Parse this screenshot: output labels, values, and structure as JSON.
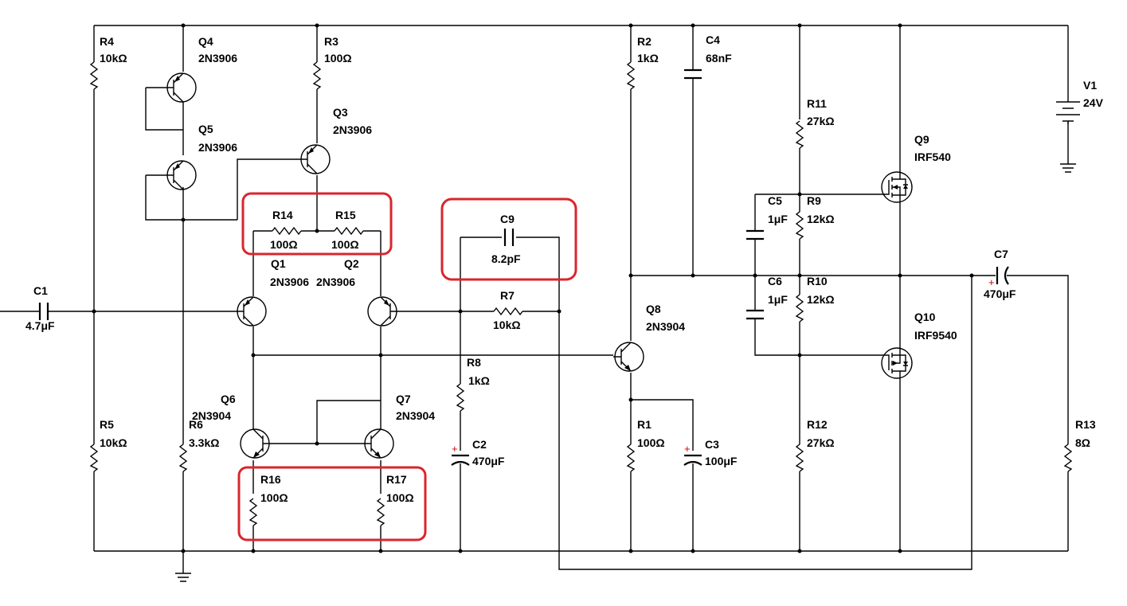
{
  "components": {
    "R1": {
      "ref": "R1",
      "value": "100Ω"
    },
    "R2": {
      "ref": "R2",
      "value": "1kΩ"
    },
    "R3": {
      "ref": "R3",
      "value": "100Ω"
    },
    "R4": {
      "ref": "R4",
      "value": "10kΩ"
    },
    "R5": {
      "ref": "R5",
      "value": "10kΩ"
    },
    "R6": {
      "ref": "R6",
      "value": "3.3kΩ"
    },
    "R7": {
      "ref": "R7",
      "value": "10kΩ"
    },
    "R8": {
      "ref": "R8",
      "value": "1kΩ"
    },
    "R9": {
      "ref": "R9",
      "value": "12kΩ"
    },
    "R10": {
      "ref": "R10",
      "value": "12kΩ"
    },
    "R11": {
      "ref": "R11",
      "value": "27kΩ"
    },
    "R12": {
      "ref": "R12",
      "value": "27kΩ"
    },
    "R13": {
      "ref": "R13",
      "value": "8Ω"
    },
    "R14": {
      "ref": "R14",
      "value": "100Ω"
    },
    "R15": {
      "ref": "R15",
      "value": "100Ω"
    },
    "R16": {
      "ref": "R16",
      "value": "100Ω"
    },
    "R17": {
      "ref": "R17",
      "value": "100Ω"
    },
    "C1": {
      "ref": "C1",
      "value": "4.7μF"
    },
    "C2": {
      "ref": "C2",
      "value": "470μF"
    },
    "C3": {
      "ref": "C3",
      "value": "100μF"
    },
    "C4": {
      "ref": "C4",
      "value": "68nF"
    },
    "C5": {
      "ref": "C5",
      "value": "1μF"
    },
    "C6": {
      "ref": "C6",
      "value": "1μF"
    },
    "C7": {
      "ref": "C7",
      "value": "470μF"
    },
    "C9": {
      "ref": "C9",
      "value": "8.2pF"
    },
    "Q1": {
      "ref": "Q1",
      "value": "2N3906"
    },
    "Q2": {
      "ref": "Q2",
      "value": "2N3906"
    },
    "Q3": {
      "ref": "Q3",
      "value": "2N3906"
    },
    "Q4": {
      "ref": "Q4",
      "value": "2N3906"
    },
    "Q5": {
      "ref": "Q5",
      "value": "2N3906"
    },
    "Q6": {
      "ref": "Q6",
      "value": "2N3904"
    },
    "Q7": {
      "ref": "Q7",
      "value": "2N3904"
    },
    "Q8": {
      "ref": "Q8",
      "value": "2N3904"
    },
    "Q9": {
      "ref": "Q9",
      "value": "IRF540"
    },
    "Q10": {
      "ref": "Q10",
      "value": "IRF9540"
    },
    "V1": {
      "ref": "V1",
      "value": "24V"
    }
  },
  "polarity_mark": "+",
  "colors": {
    "wire": "#000000",
    "highlight": "#d8262e",
    "polarity": "#cc0000",
    "background": "#ffffff"
  }
}
